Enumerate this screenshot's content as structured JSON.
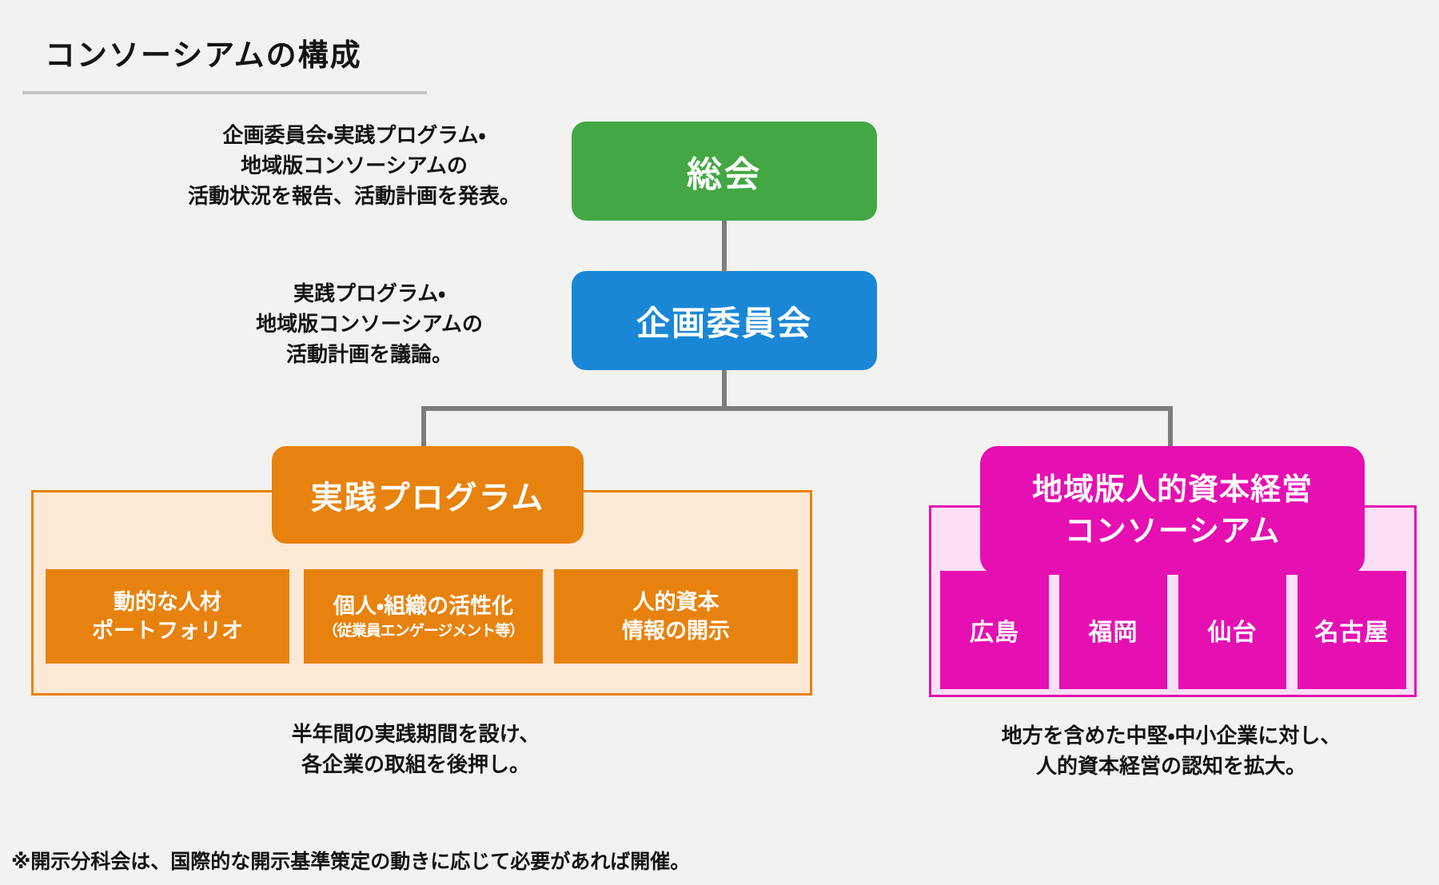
{
  "title": "コンソーシアムの構成",
  "nodes": {
    "general_assembly": {
      "label": "総会"
    },
    "planning_committee": {
      "label": "企画委員会"
    },
    "practice_program": {
      "label": "実践プログラム"
    },
    "regional_consortium": {
      "line1": "地域版人的資本経営",
      "line2": "コンソーシアム"
    }
  },
  "annotations": {
    "general_assembly_note": {
      "lines": [
        "企画委員会・実践プログラム・",
        "地域版コンソーシアムの",
        "活動状況を報告、活動計画を発表。"
      ]
    },
    "planning_committee_note": {
      "lines": [
        "実践プログラム・",
        "地域版コンソーシアムの",
        "活動計画を議論。"
      ]
    },
    "practice_program_note": {
      "lines": [
        "半年間の実践期間を設け、",
        "各企業の取組を後押し。"
      ]
    },
    "regional_consortium_note": {
      "lines": [
        "地方を含めた中堅・中小企業に対し、",
        "人的資本経営の認知を拡大。"
      ]
    }
  },
  "practice_items": [
    {
      "line1": "動的な人材",
      "line2": "ポートフォリオ"
    },
    {
      "line1": "個人・組織の活性化",
      "line2": "（従業員エンゲージメント等）"
    },
    {
      "line1": "人的資本",
      "line2": "情報の開示"
    }
  ],
  "regional_items": [
    {
      "label": "広島"
    },
    {
      "label": "福岡"
    },
    {
      "label": "仙台"
    },
    {
      "label": "名古屋"
    }
  ],
  "footnote": "※開示分科会は、国際的な開示基準策定の動きに応じて必要があれば開催。",
  "colors": {
    "background": "#f2f2f0",
    "general_assembly_green": "#43a843",
    "planning_committee_blue": "#1a87d6",
    "practice_orange": "#e8820e",
    "practice_panel_fill": "#fce9d6",
    "regional_magenta": "#e60fb2",
    "regional_panel_fill": "#fbe0f5",
    "connector_gray": "#7d7d7d"
  }
}
